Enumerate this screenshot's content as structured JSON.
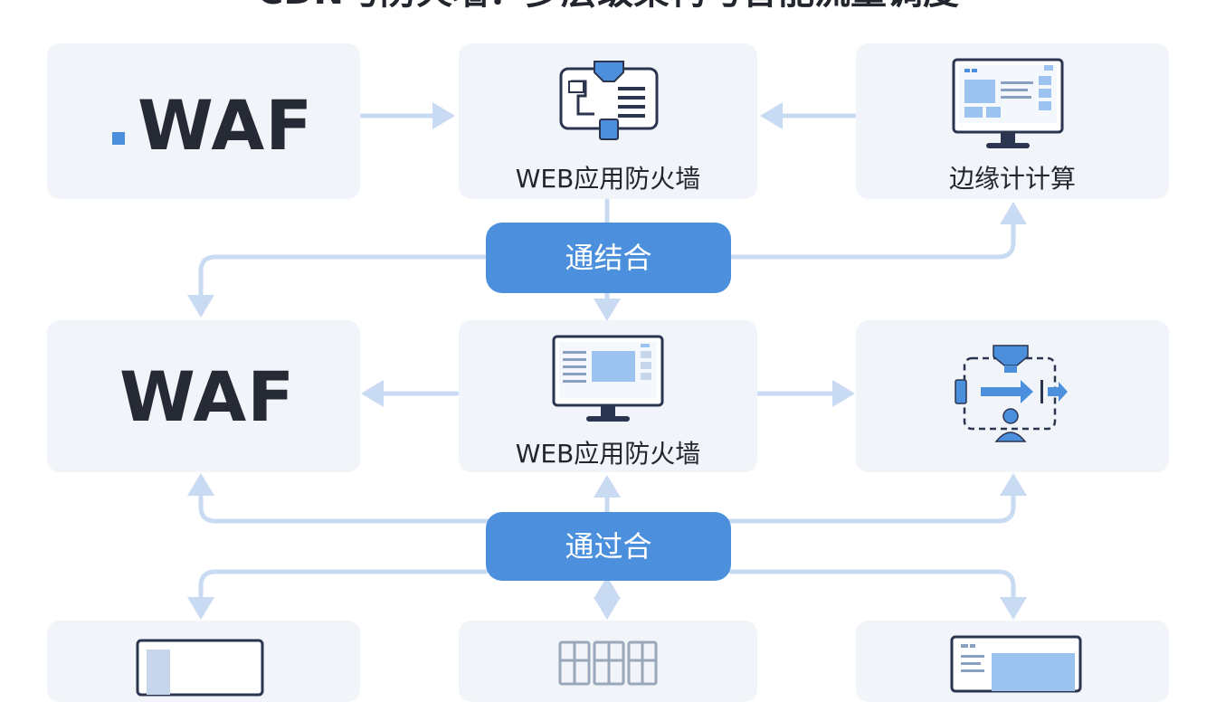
{
  "title": "CDN与防火墙：多层级架构与智能流量调度",
  "row1": {
    "left": "WAF",
    "center": "WEB应用防火墙",
    "right": "边缘计计算"
  },
  "hub1": "通结合",
  "row2": {
    "left": "WAF",
    "center": "WEB应用防火墙"
  },
  "hub2": "通过合",
  "icons": {
    "r1_left": "blue-square-icon",
    "r1_center": "firewall-network-icon",
    "r1_right": "monitor-dashboard-icon",
    "r2_center": "monitor-app-icon",
    "r2_right": "traffic-routing-icon",
    "r3_left": "browser-window-icon",
    "r3_center": "server-grid-icon",
    "r3_right": "monitor-list-icon"
  },
  "colors": {
    "accent": "#4b8fdd",
    "connector": "#c9daf3",
    "card": "#f1f4f8",
    "text": "#23262e"
  }
}
